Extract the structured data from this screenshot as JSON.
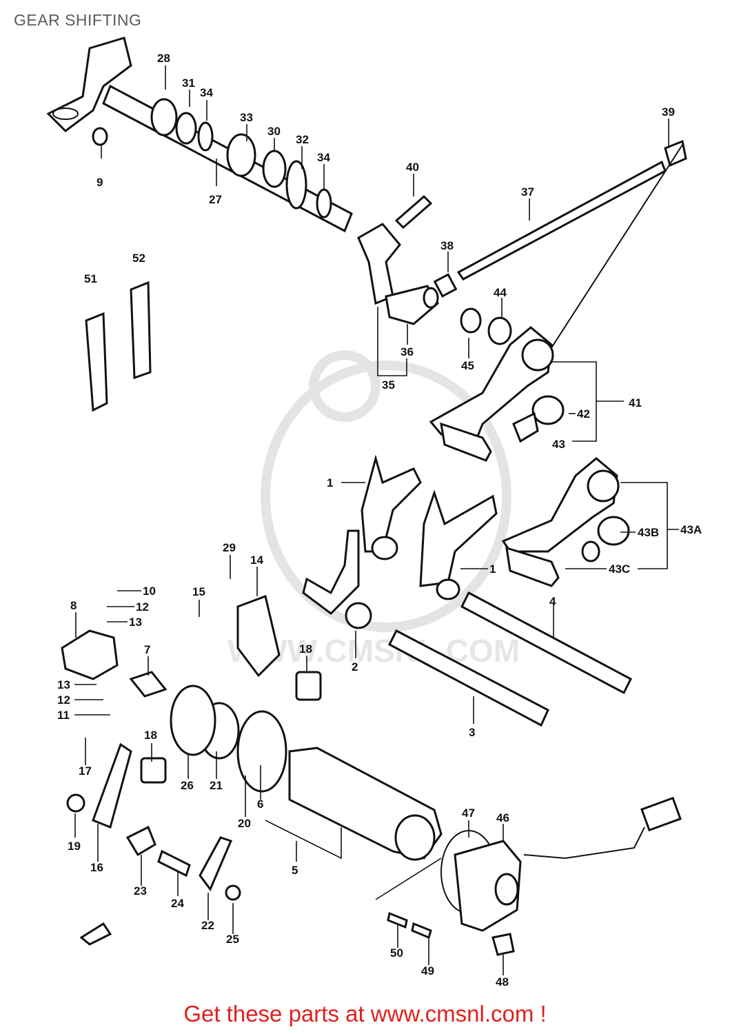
{
  "title": "GEAR SHIFTING",
  "footer": "Get these parts at www.cmsnl.com !",
  "watermark": "WWW.CMSNL.COM",
  "colors": {
    "footer": "#e0201c",
    "title": "#5a5a5a",
    "watermark": "#e4e4e4"
  },
  "labels": {
    "l28": "28",
    "l31": "31",
    "l34a": "34",
    "l33": "33",
    "l30": "30",
    "l32": "32",
    "l34b": "34",
    "l9": "9",
    "l27": "27",
    "l40": "40",
    "l39": "39",
    "l37": "37",
    "l38": "38",
    "l51": "51",
    "l52": "52",
    "l44": "44",
    "l45": "45",
    "l36": "36",
    "l35": "35",
    "l41": "41",
    "l42": "42",
    "l43": "43",
    "l1a": "1",
    "l1b": "1",
    "l43a": "43A",
    "l43b": "43B",
    "l43c": "43C",
    "l29": "29",
    "l14": "14",
    "l15": "15",
    "l10": "10",
    "l8": "8",
    "l12a": "12",
    "l13a": "13",
    "l4": "4",
    "l7": "7",
    "l18a": "18",
    "l2": "2",
    "l13b": "13",
    "l12b": "12",
    "l11": "11",
    "l3": "3",
    "l17": "17",
    "l18b": "18",
    "l26": "26",
    "l21": "21",
    "l6": "6",
    "l20": "20",
    "l19": "19",
    "l16": "16",
    "l47": "47",
    "l46": "46",
    "l5": "5",
    "l23": "23",
    "l24": "24",
    "l22": "22",
    "l25": "25",
    "l50": "50",
    "l49": "49",
    "l48": "48"
  }
}
